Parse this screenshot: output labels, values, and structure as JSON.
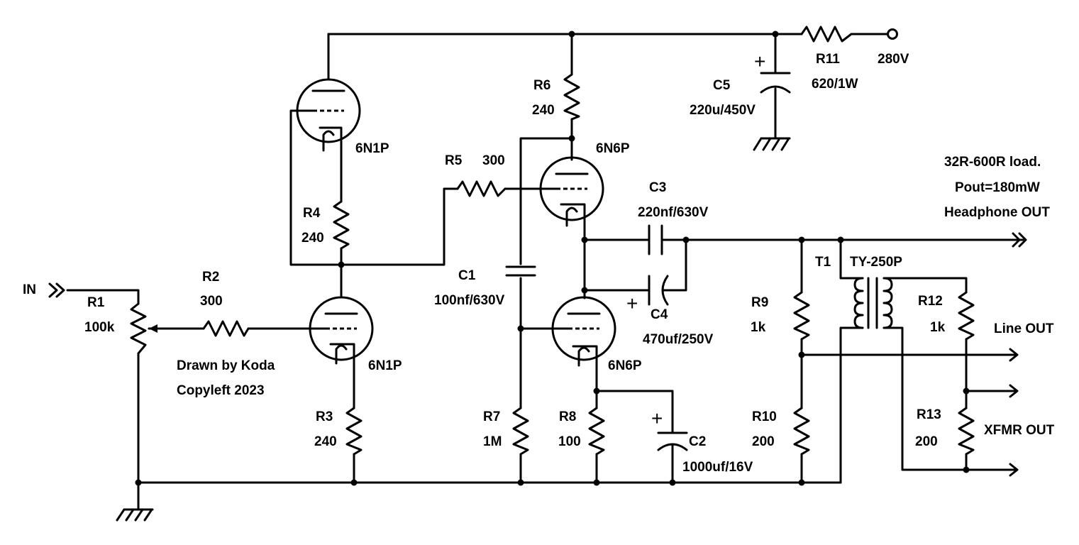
{
  "title": {
    "credit": "Drawn by Koda",
    "copyleft": "Copyleft 2023"
  },
  "components": {
    "R1": {
      "ref": "R1",
      "value": "100k"
    },
    "R2": {
      "ref": "R2",
      "value": "300"
    },
    "R3": {
      "ref": "R3",
      "value": "240"
    },
    "R4": {
      "ref": "R4",
      "value": "240"
    },
    "R5": {
      "ref": "R5",
      "value": "300"
    },
    "R6": {
      "ref": "R6",
      "value": "240"
    },
    "R7": {
      "ref": "R7",
      "value": "1M"
    },
    "R8": {
      "ref": "R8",
      "value": "100"
    },
    "R9": {
      "ref": "R9",
      "value": "1k"
    },
    "R10": {
      "ref": "R10",
      "value": "200"
    },
    "R11": {
      "ref": "R11",
      "value": "620/1W"
    },
    "R12": {
      "ref": "R12",
      "value": "1k"
    },
    "R13": {
      "ref": "R13",
      "value": "200"
    },
    "C1": {
      "ref": "C1",
      "value": "100nf/630V"
    },
    "C2": {
      "ref": "C2",
      "value": "1000uf/16V"
    },
    "C3": {
      "ref": "C3",
      "value": "220nf/630V"
    },
    "C4": {
      "ref": "C4",
      "value": "470uf/250V"
    },
    "C5": {
      "ref": "C5",
      "value": "220u/450V"
    },
    "T1": {
      "ref": "T1",
      "value": "TY-250P"
    },
    "V1": {
      "type": "6N1P"
    },
    "V2": {
      "type": "6N1P"
    },
    "V3": {
      "type": "6N6P"
    },
    "V4": {
      "type": "6N6P"
    }
  },
  "ports": {
    "input": "IN",
    "supply": "280V",
    "headphone": {
      "line1": "32R-600R load.",
      "line2": "Pout=180mW",
      "line3": "Headphone OUT"
    },
    "line_out": "Line OUT",
    "xfmr_out": "XFMR OUT"
  },
  "polarity_mark": "+"
}
